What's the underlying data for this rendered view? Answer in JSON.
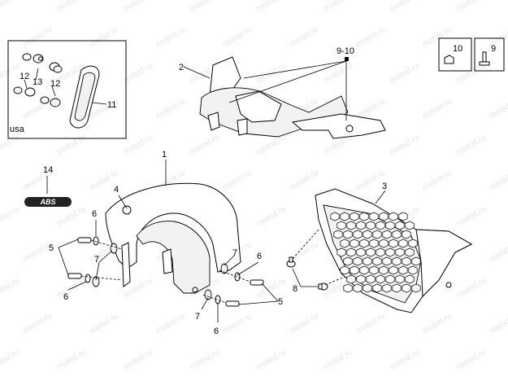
{
  "watermark": "motod.ru",
  "callouts": {
    "c1": "1",
    "c2": "2",
    "c3": "3",
    "c4": "4",
    "c5a": "5",
    "c5b": "5",
    "c6a": "6",
    "c6b": "6",
    "c6c": "6",
    "c6d": "6",
    "c7a": "7",
    "c7b": "7",
    "c7c": "7",
    "c8": "8",
    "c9_10": "9-10",
    "c9": "9",
    "c10": "10",
    "c11": "11",
    "c12a": "12",
    "c12b": "12",
    "c13": "13",
    "c14": "14"
  },
  "inset_usa": {
    "region_label": "usa"
  },
  "abs_logo": {
    "text": "ABS"
  }
}
